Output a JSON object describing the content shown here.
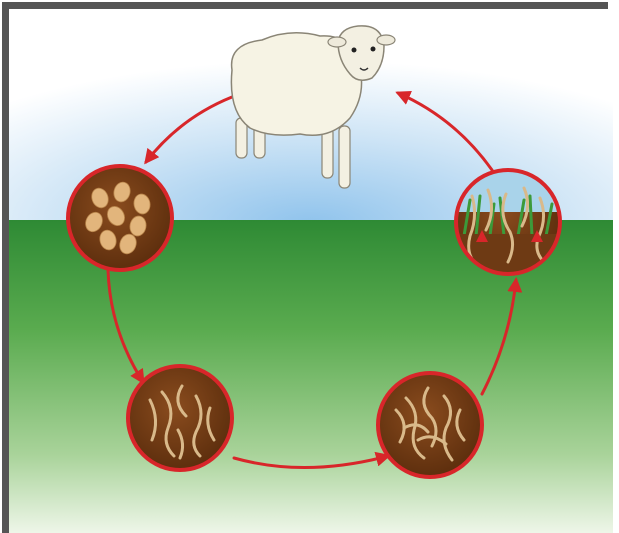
{
  "diagram": {
    "type": "parasite-life-cycle",
    "nodes": [
      {
        "id": "sheep",
        "icon": "sheep-icon"
      },
      {
        "id": "eggs",
        "icon": "eggs-icon"
      },
      {
        "id": "larvae-1",
        "icon": "larvae-icon"
      },
      {
        "id": "larvae-2",
        "icon": "larvae-icon"
      },
      {
        "id": "larvae-on-grass",
        "icon": "grass-larvae-icon"
      }
    ],
    "cycle": [
      "sheep",
      "eggs",
      "larvae-1",
      "larvae-2",
      "larvae-on-grass",
      "sheep"
    ]
  },
  "colors": {
    "frame": "#555555",
    "arrow": "#d8262a",
    "circle_border": "#d8262a",
    "soil": "#6e3a14",
    "egg": "#e0b27a",
    "larva": "#d9b98a",
    "grass": "#3c9a3a",
    "sky": "#9cc8ea"
  }
}
